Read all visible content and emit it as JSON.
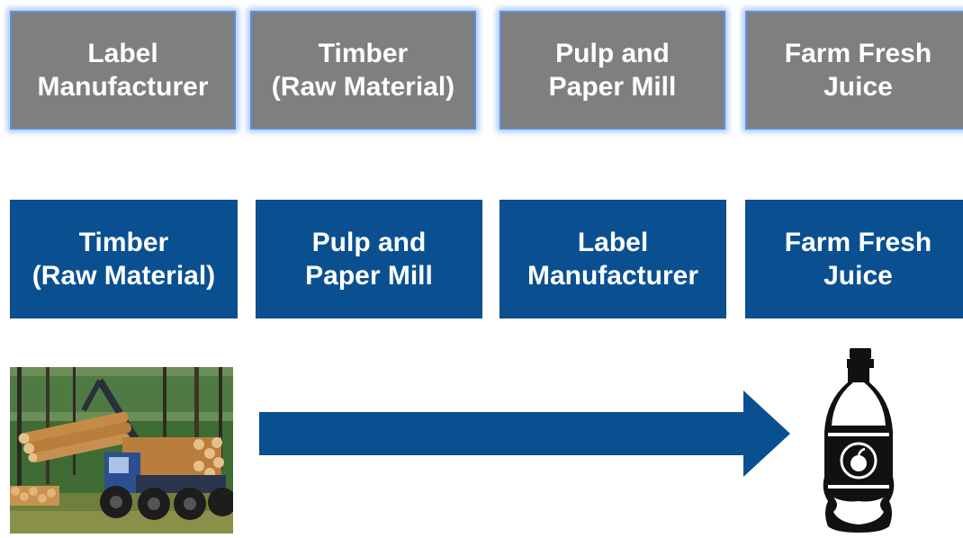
{
  "top_row": [
    {
      "label": "Label\nManufacturer"
    },
    {
      "label": "Timber\n(Raw Material)"
    },
    {
      "label": "Pulp and\nPaper Mill"
    },
    {
      "label": "Farm Fresh\nJuice"
    }
  ],
  "bottom_row": [
    {
      "label": "Timber\n(Raw Material)"
    },
    {
      "label": "Pulp and\nPaper Mill"
    },
    {
      "label": "Label\nManufacturer"
    },
    {
      "label": "Farm Fresh\nJuice"
    }
  ],
  "colors": {
    "top_box_fill": "#7f7f7f",
    "top_box_glow": "#78aaf0",
    "bottom_box_fill": "#0a5091",
    "arrow": "#0a5091",
    "bottle": "#111111"
  },
  "icons": {
    "photo": "timber-harvester-photo",
    "arrow": "right-arrow-icon",
    "bottle": "juice-bottle-icon"
  }
}
